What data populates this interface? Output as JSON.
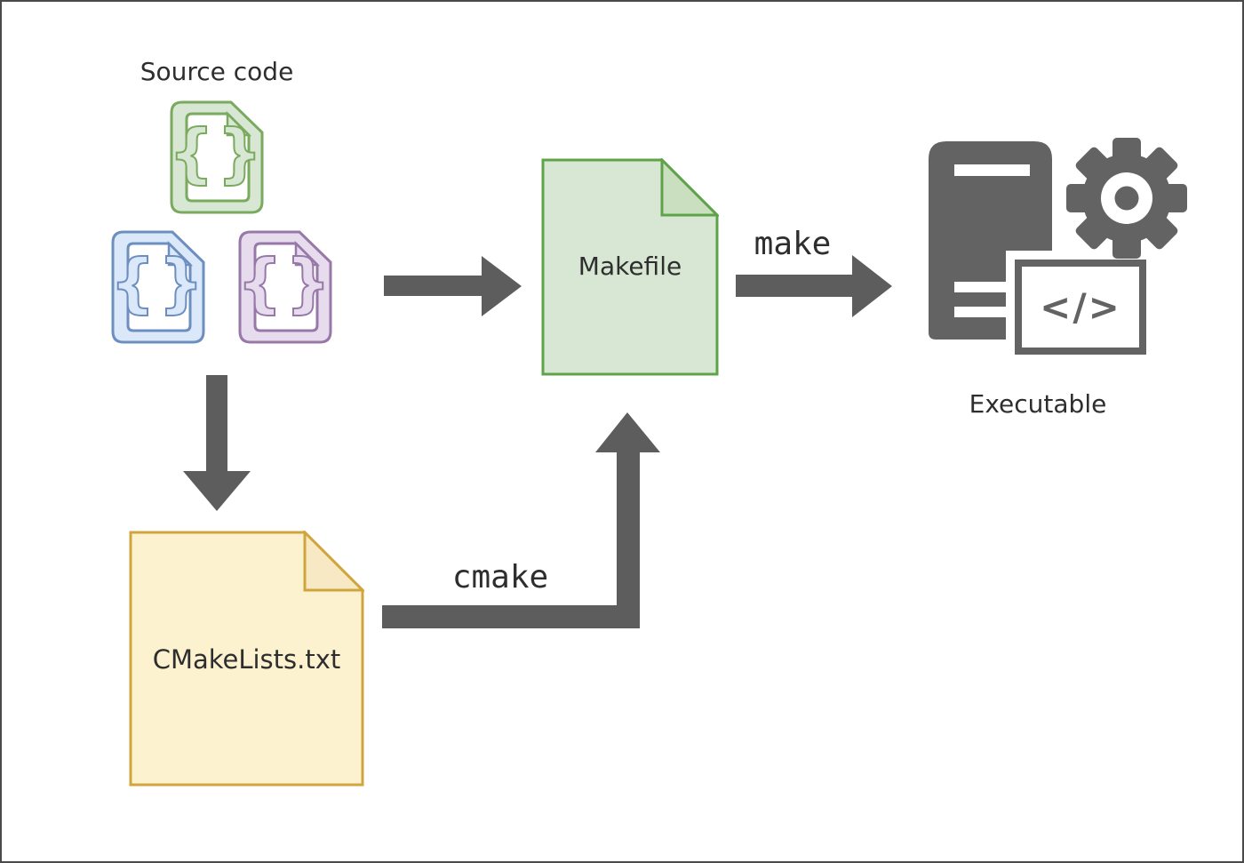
{
  "colors": {
    "canvas-border": "#4a4a4a",
    "background": "#ffffff",
    "arrow": "#5d5d5d",
    "device": "#636363",
    "text": "#2e2e2e",
    "green-fill": "#d7e7d3",
    "green-stroke": "#79aa5e",
    "makefile-stroke": "#5fa348",
    "makefile-fold": "#cadfc0",
    "blue-fill": "#dbe8f9",
    "blue-stroke": "#6d8fc0",
    "purple-fill": "#e6dcee",
    "purple-stroke": "#9878a8",
    "yellow-fill": "#fcf2cf",
    "yellow-stroke": "#d0a53e",
    "yellow-fold": "#f6e9c4"
  },
  "source": {
    "label": "Source code",
    "files": [
      {
        "color": "green",
        "glyph": "{}"
      },
      {
        "color": "blue",
        "glyph": "{}"
      },
      {
        "color": "purple",
        "glyph": "{}"
      }
    ]
  },
  "makefile": {
    "label": "Makefile"
  },
  "cmakelists": {
    "label": "CMakeLists.txt"
  },
  "executable": {
    "label": "Executable",
    "code_glyph": "</>"
  },
  "arrows": {
    "make_label": "make",
    "cmake_label": "cmake"
  }
}
